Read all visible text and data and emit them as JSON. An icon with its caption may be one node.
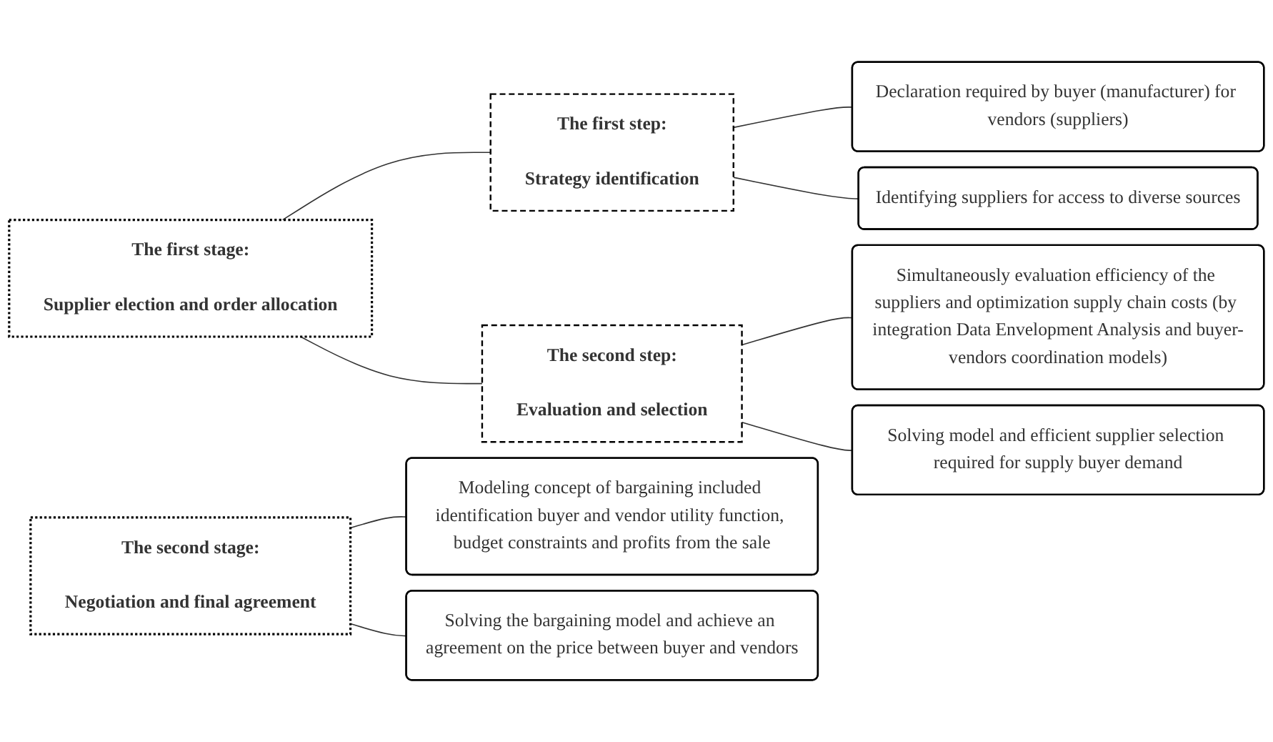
{
  "diagram": {
    "nodes": [
      {
        "text": [
          "The first stage:",
          "Supplier election and order allocation"
        ]
      },
      {
        "text": [
          "The first step:",
          "Strategy identification"
        ]
      },
      {
        "text": [
          "Declaration required by buyer (manufacturer) for vendors (suppliers)"
        ]
      },
      {
        "text": [
          "Identifying suppliers for access to diverse sources"
        ]
      },
      {
        "text": [
          "The second step:",
          "Evaluation and selection"
        ]
      },
      {
        "text": [
          "Simultaneously evaluation efficiency of the suppliers and optimization supply chain costs (by integration Data Envelopment Analysis and buyer-vendors coordination models)"
        ]
      },
      {
        "text": [
          "Solving model and efficient supplier selection required for supply buyer demand"
        ]
      },
      {
        "text": [
          "The second stage:",
          "Negotiation and final agreement"
        ]
      },
      {
        "text": [
          "Modeling concept of bargaining included identification buyer and vendor utility function, budget constraints and profits from the sale"
        ]
      },
      {
        "text": [
          "Solving the bargaining model and achieve an agreement on the price between buyer and vendors"
        ]
      }
    ],
    "edges": [
      {
        "from": 0,
        "to": 1,
        "arrow": "none"
      },
      {
        "from": 0,
        "to": 4,
        "arrow": "none"
      },
      {
        "from": 1,
        "to": 2,
        "arrow": "none"
      },
      {
        "from": 1,
        "to": 3,
        "arrow": "none"
      },
      {
        "from": 4,
        "to": 5,
        "arrow": "none"
      },
      {
        "from": 4,
        "to": 6,
        "arrow": "none"
      },
      {
        "from": 7,
        "to": 8,
        "arrow": "none"
      },
      {
        "from": 7,
        "to": 9,
        "arrow": "none"
      }
    ]
  }
}
